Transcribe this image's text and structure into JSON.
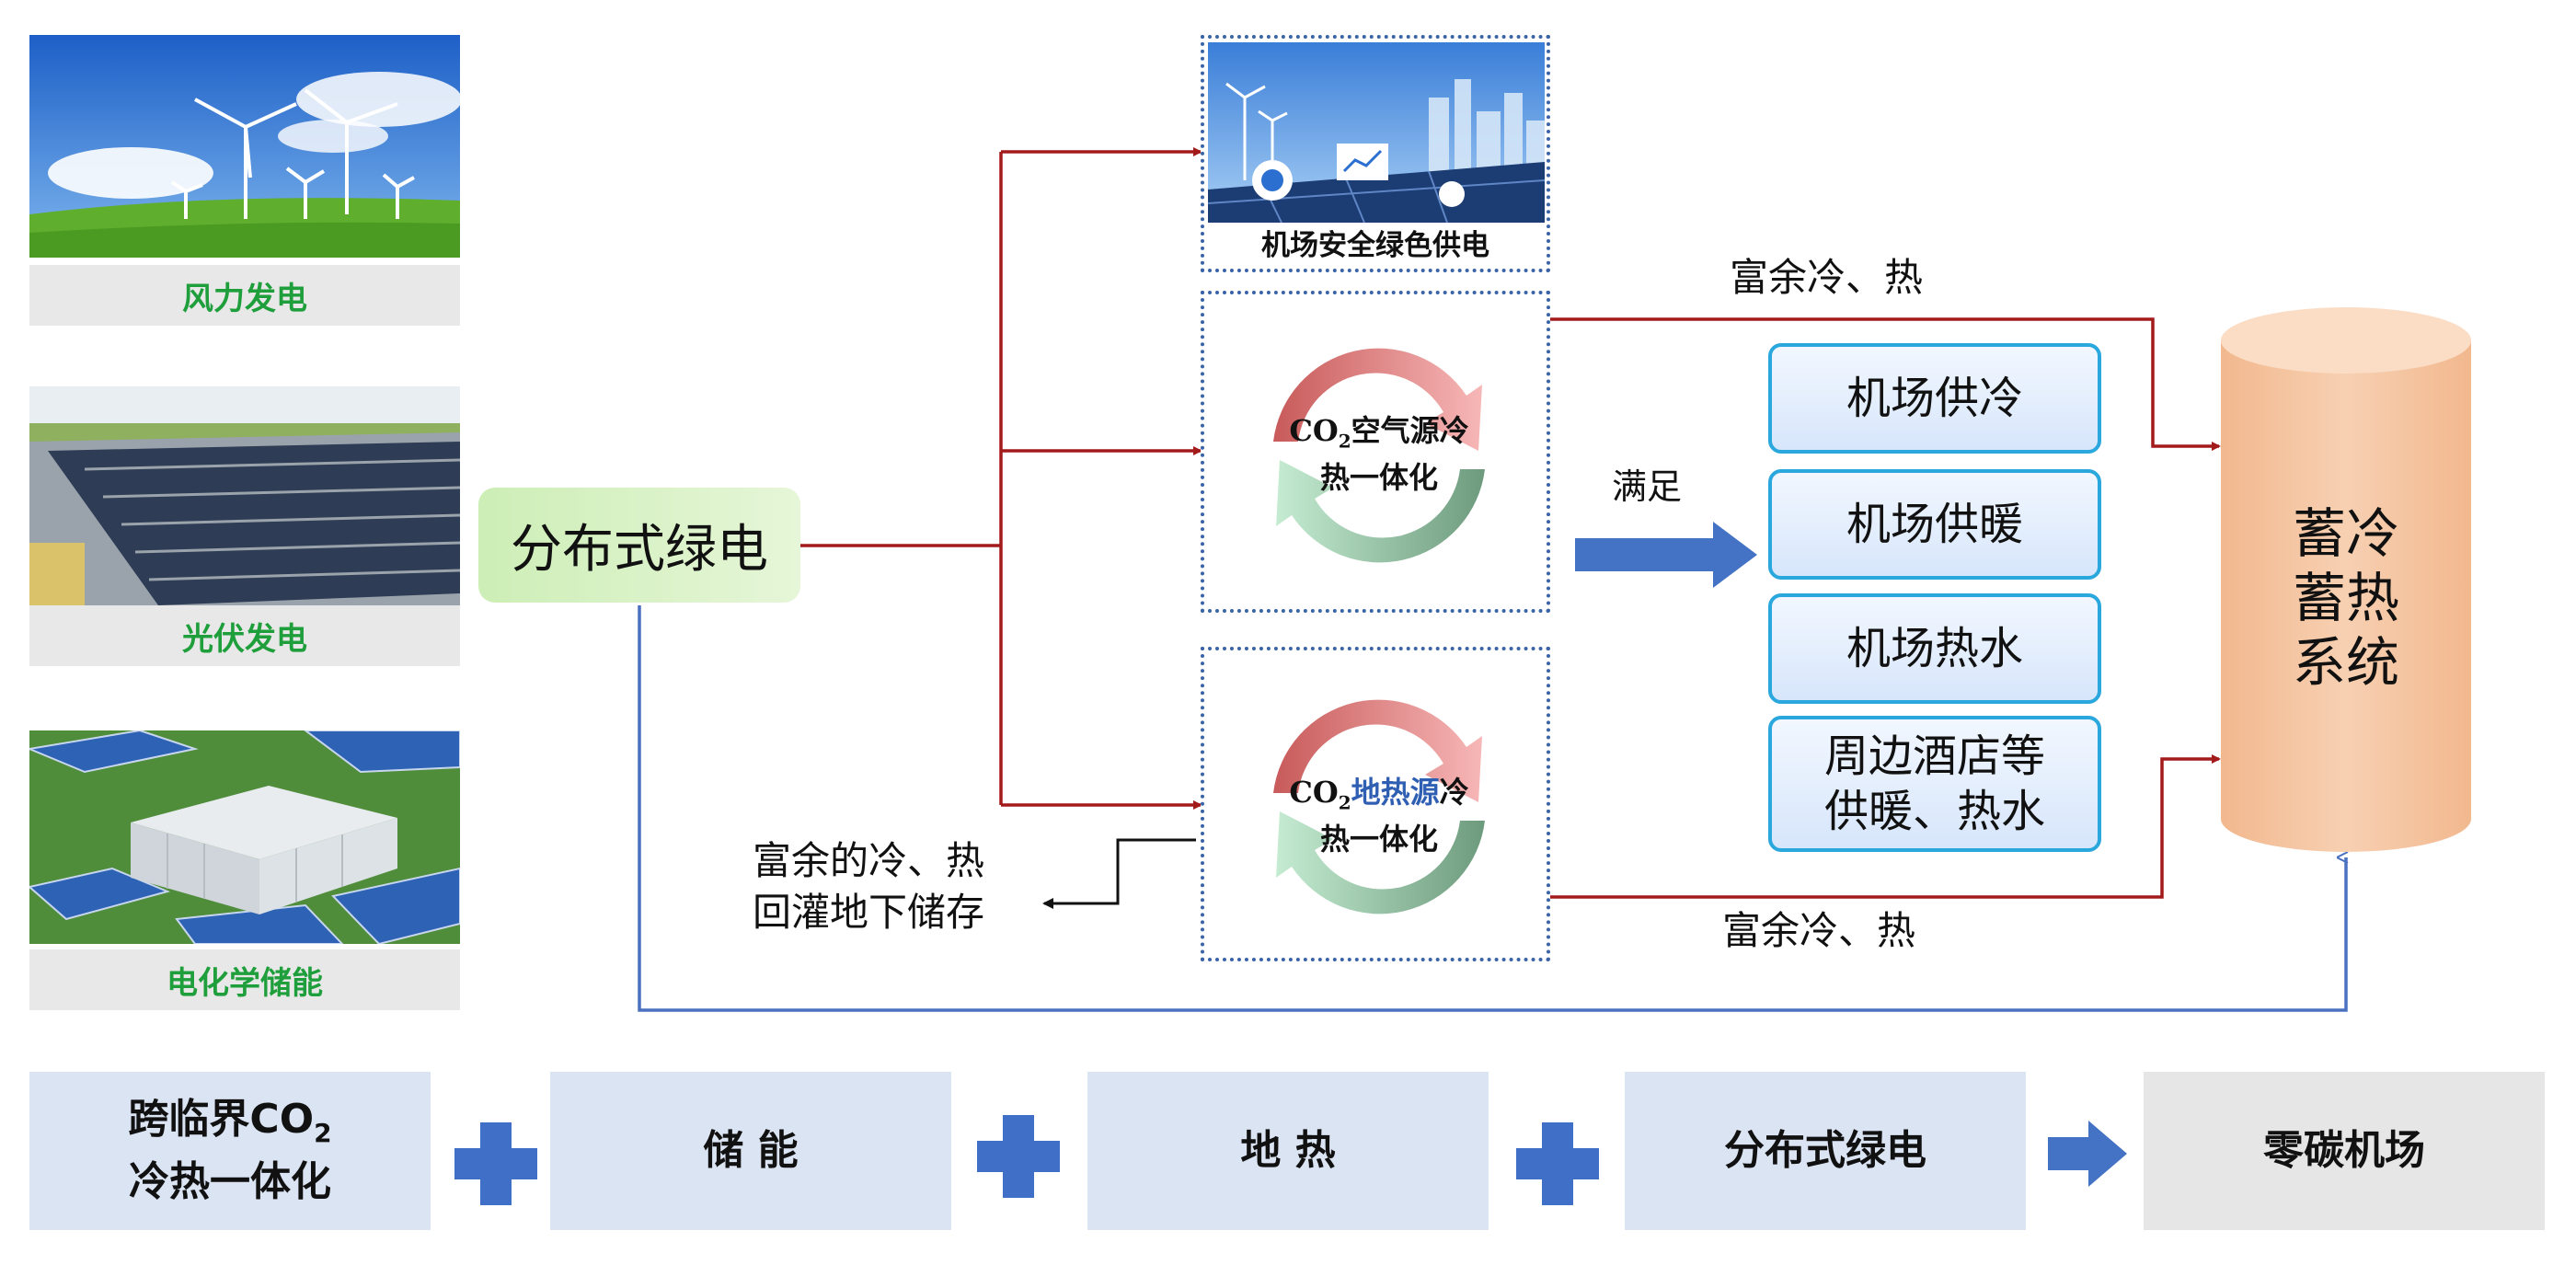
{
  "sources": [
    {
      "caption": "风力发电"
    },
    {
      "caption": "光伏发电"
    },
    {
      "caption": "电化学储能"
    }
  ],
  "hub": {
    "label": "分布式绿电"
  },
  "targets": {
    "power": {
      "caption": "机场安全绿色供电"
    },
    "air_source": {
      "line1_prefix": "CO",
      "sub": "2",
      "line1_suffix": "空气源冷",
      "line2": "热一体化"
    },
    "geo_source": {
      "line1_prefix": "CO",
      "sub": "2",
      "highlight": "地热源",
      "line1_suffix": "冷",
      "line2": "热一体化"
    }
  },
  "satisfy_label": "满足",
  "services": [
    "机场供冷",
    "机场供暖",
    "机场热水",
    "周边酒店等\n供暖、热水"
  ],
  "surplus_top": "富余冷、热",
  "surplus_bottom": "富余冷、热",
  "reinject": {
    "line1": "富余的冷、热",
    "line2": "回灌地下储存"
  },
  "storage": {
    "line1": "蓄冷",
    "line2": "蓄热",
    "line3": "系统"
  },
  "bottom_row": {
    "item1": {
      "line1_prefix": "跨临界CO",
      "sub": "2",
      "line2": "冷热一体化"
    },
    "item2": "储 能",
    "item3": "地 热",
    "item4": "分布式绿电",
    "result": "零碳机场"
  },
  "colors": {
    "red_line": "#a31a1a",
    "blue_line": "#4a70c0",
    "caption_green": "#1f9e3c",
    "cylinder": "#f5c9a8"
  }
}
